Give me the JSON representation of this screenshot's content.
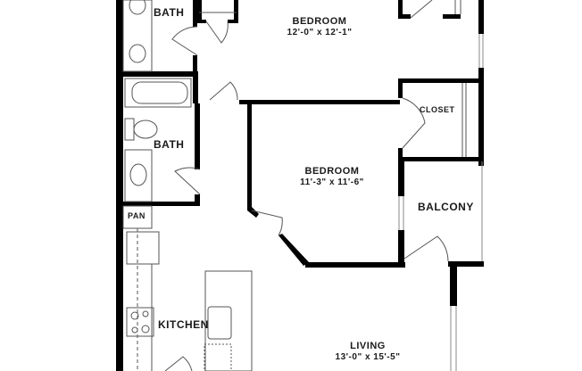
{
  "floorplan": {
    "rooms": [
      {
        "id": "bath1",
        "name": "BATH",
        "dims": ""
      },
      {
        "id": "bedroom1",
        "name": "BEDROOM",
        "dims": "12'-0\" x 12'-1\""
      },
      {
        "id": "bath2",
        "name": "BATH",
        "dims": ""
      },
      {
        "id": "closet",
        "name": "CLOSET",
        "dims": ""
      },
      {
        "id": "bedroom2",
        "name": "BEDROOM",
        "dims": "11'-3\" x 11'-6\""
      },
      {
        "id": "balcony",
        "name": "BALCONY",
        "dims": ""
      },
      {
        "id": "pantry",
        "name": "PAN",
        "dims": ""
      },
      {
        "id": "kitchen",
        "name": "KITCHEN",
        "dims": ""
      },
      {
        "id": "living",
        "name": "LIVING",
        "dims": "13'-0\" x 15'-5\""
      }
    ],
    "colors": {
      "wall": "#000000",
      "fixture": "#555555",
      "window": "#888888",
      "background": "#ffffff"
    }
  }
}
